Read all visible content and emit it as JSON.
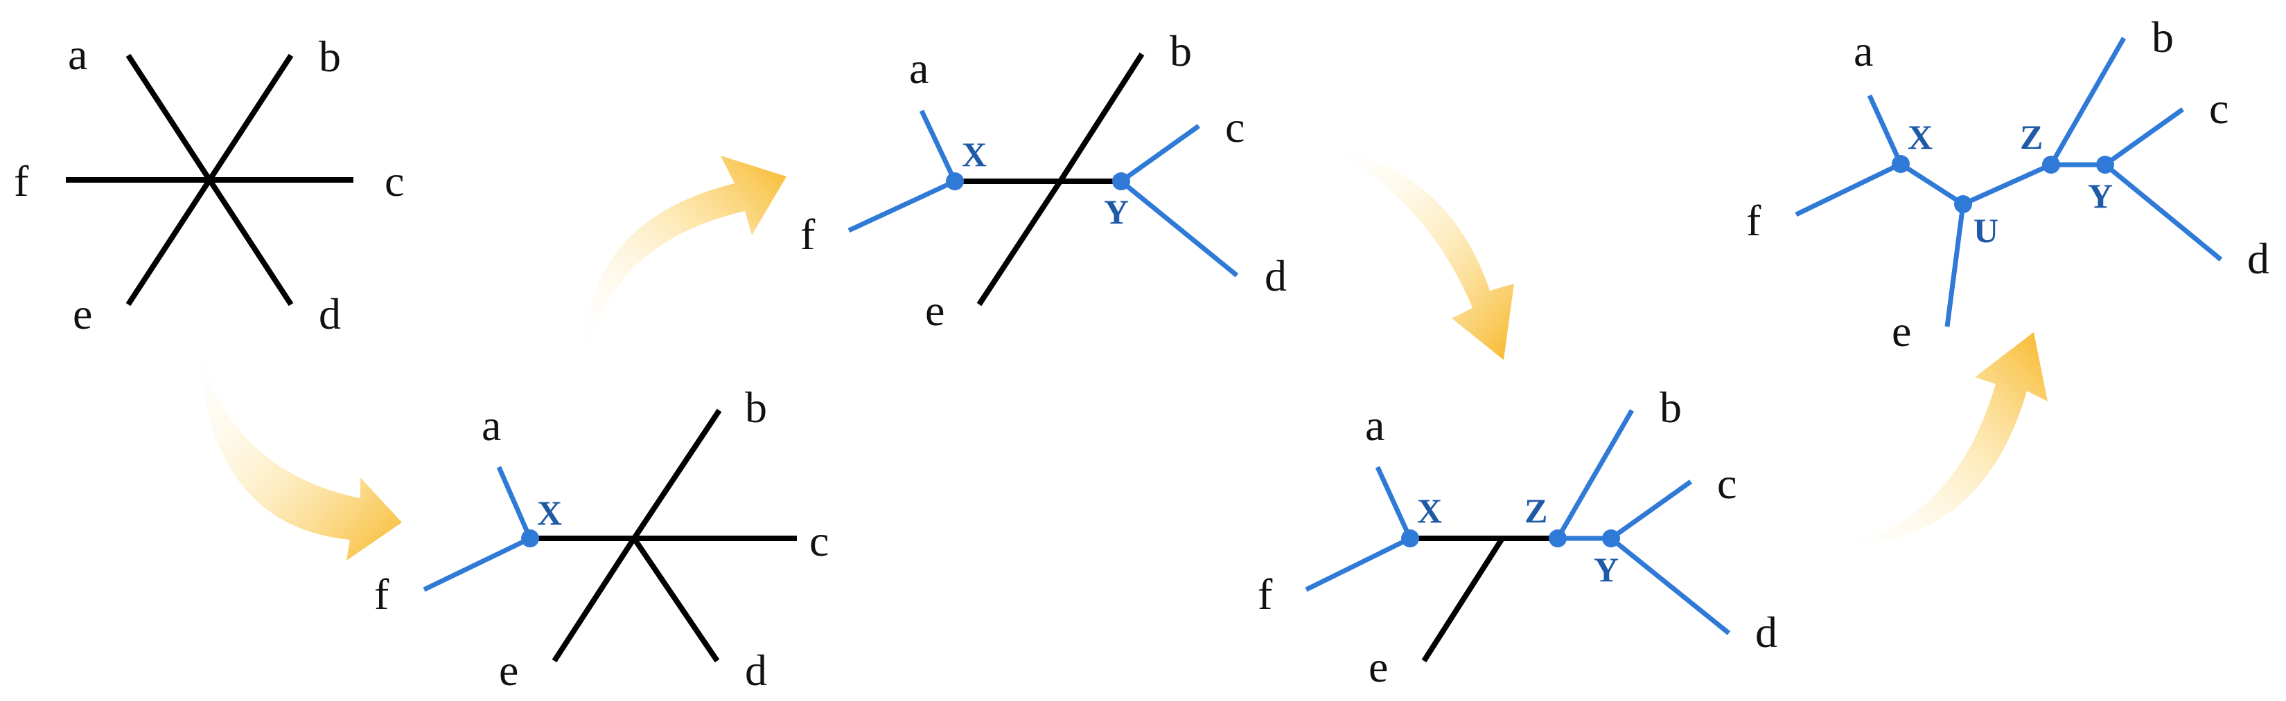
{
  "colors": {
    "black_edge": "#000000",
    "blue_edge": "#2f7ad6",
    "blue_node": "#2f7ad6",
    "node_label": "#1f5aa6",
    "arrow": "#f7b82a"
  },
  "steps": [
    {
      "id": "step1",
      "leaves": [
        "a",
        "b",
        "c",
        "d",
        "e",
        "f"
      ],
      "internal_nodes": []
    },
    {
      "id": "step2",
      "leaves": [
        "a",
        "b",
        "c",
        "d",
        "e",
        "f"
      ],
      "internal_nodes": [
        "X"
      ]
    },
    {
      "id": "step3",
      "leaves": [
        "a",
        "b",
        "c",
        "d",
        "e",
        "f"
      ],
      "internal_nodes": [
        "X",
        "Y"
      ]
    },
    {
      "id": "step4",
      "leaves": [
        "a",
        "b",
        "c",
        "d",
        "e",
        "f"
      ],
      "internal_nodes": [
        "X",
        "Z",
        "Y"
      ]
    },
    {
      "id": "step5",
      "leaves": [
        "a",
        "b",
        "c",
        "d",
        "e",
        "f"
      ],
      "internal_nodes": [
        "X",
        "U",
        "Z",
        "Y"
      ]
    }
  ]
}
